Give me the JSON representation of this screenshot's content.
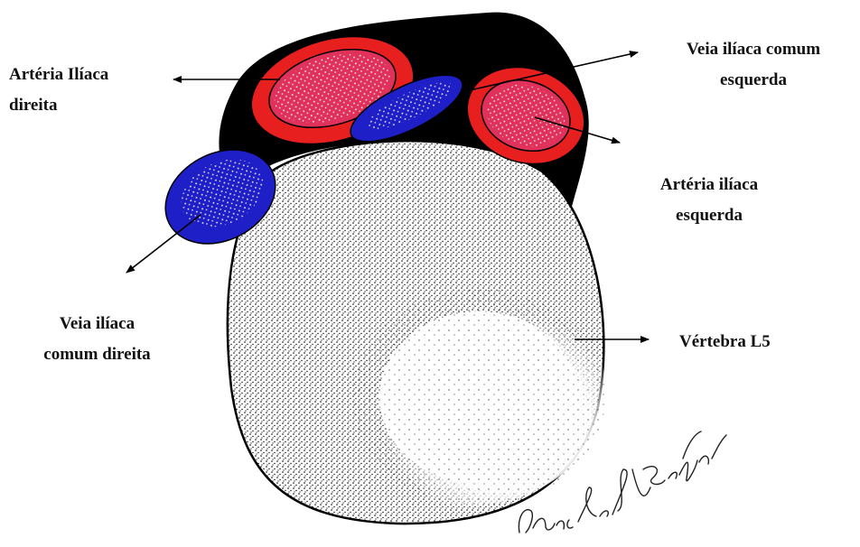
{
  "labels": {
    "right_iliac_artery": [
      "Artéria Ilíaca",
      "direita"
    ],
    "left_common_iliac_vein": [
      "Veia ilíaca comum",
      "esquerda"
    ],
    "left_iliac_artery": [
      "Artéria ilíaca",
      "esquerda"
    ],
    "right_common_iliac_vein": [
      "Veia ilíaca",
      "comum direita"
    ],
    "vertebra": "Vértebra L5"
  },
  "signature": "Laís da S. Rodrigues",
  "colors": {
    "artery_wall": "#e81f1f",
    "artery_lumen": "#e0315a",
    "vein": "#1f1fc8",
    "connective_tissue": "#000000",
    "vertebra_fill": "#ffffff",
    "stipple": "#000000"
  }
}
